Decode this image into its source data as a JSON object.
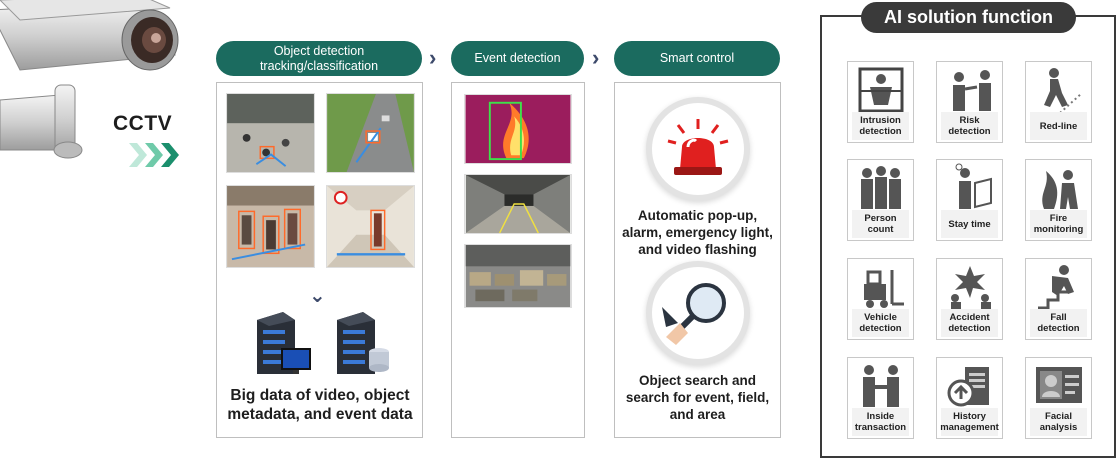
{
  "cctv": {
    "label": "CCTV"
  },
  "flow": {
    "object_detection": {
      "title": "Object detection tracking/classification",
      "summary": "Big data of video, object metadata, and event data"
    },
    "event_detection": {
      "title": "Event detection"
    },
    "smart_control": {
      "title": "Smart control",
      "alarm_text": "Automatic pop-up, alarm, emergency light, and video flashing",
      "search_text": "Object search and search for event, field, and area"
    }
  },
  "ai": {
    "title": "AI solution function",
    "functions": [
      {
        "label": "Intrusion detection",
        "icon": "intrusion-icon"
      },
      {
        "label": "Risk detection",
        "icon": "risk-icon"
      },
      {
        "label": "Red-line",
        "icon": "redline-icon"
      },
      {
        "label": "Person count",
        "icon": "person-count-icon"
      },
      {
        "label": "Stay time",
        "icon": "stay-time-icon"
      },
      {
        "label": "Fire monitoring",
        "icon": "fire-icon"
      },
      {
        "label": "Vehicle detection",
        "icon": "forklift-icon"
      },
      {
        "label": "Accident detection",
        "icon": "accident-icon"
      },
      {
        "label": "Fall detection",
        "icon": "fall-icon"
      },
      {
        "label": "Inside transaction",
        "icon": "handshake-icon"
      },
      {
        "label": "History management",
        "icon": "history-icon"
      },
      {
        "label": "Facial analysis",
        "icon": "face-icon"
      }
    ]
  },
  "colors": {
    "header": "#1b6b5f",
    "arrow": "#3d4a6b",
    "ai_title": "#3a3a3a",
    "alarm": "#e0201f"
  }
}
